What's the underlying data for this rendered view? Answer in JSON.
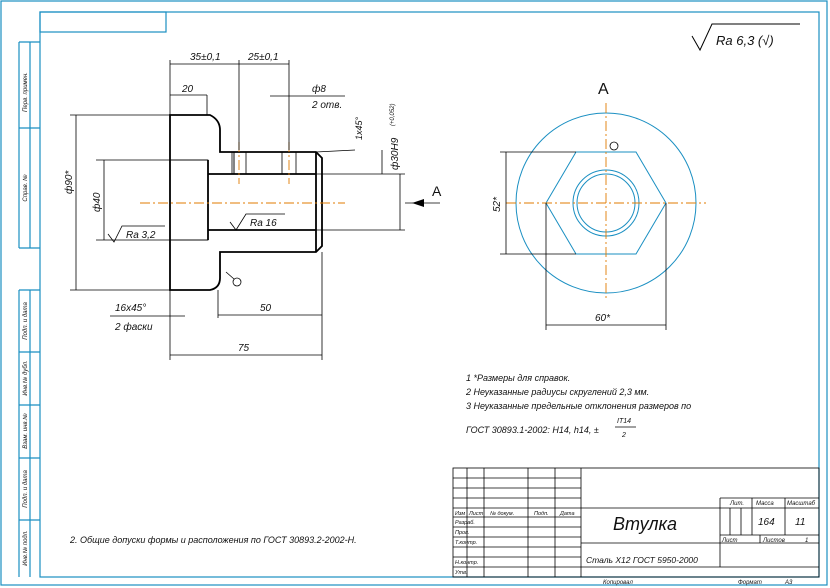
{
  "colors": {
    "contour": "#1a8fc2",
    "centerline": "#e07b00",
    "dimension": "#000000"
  },
  "roughness_general": "Ra 6,3 (√)",
  "view_label": "A",
  "arrow_label": "A",
  "dims_front": {
    "d35": "35±0,1",
    "d25": "25±0,1",
    "d20": "20",
    "d8": "ф8",
    "holes": "2 отв.",
    "chamfer_small": "1x45°",
    "d30": "ф30H9",
    "d30_tol": "(+0,052)",
    "d90": "ф90*",
    "d40": "ф40",
    "ra32": "Ra 3,2",
    "ra16": "Ra 16",
    "chamfer": "16x45°",
    "chamfer_note": "2 фаски",
    "d50": "50",
    "d75": "75"
  },
  "dims_view": {
    "d52": "52*",
    "d60": "60*"
  },
  "notes": [
    "1 *Размеры для справок.",
    "2 Неуказанные радиусы скруглений 2,3 мм.",
    "3 Неуказанные предельные отклонения размеров по",
    "ГОСТ 30893.1-2002: H14, h14, ± "
  ],
  "note_fraction": {
    "num": "IT14",
    "den": "2"
  },
  "tolerance_note": "2. Общие допуски формы и расположения по ГОСТ 30893.2-2002-H.",
  "side_strip": [
    "Перв. примен.",
    "Справ. №",
    "Подп. и дата",
    "Инв.№ дубл.",
    "Взам. инв.№",
    "Подп. и дата",
    "Инв.№ подл."
  ],
  "title_block": {
    "name": "Втулка",
    "material": "Сталь Х12 ГОСТ 5950-2000",
    "col_headers": [
      "Изм",
      "Лист",
      "№ докум.",
      "Подп.",
      "Дата"
    ],
    "roles": [
      "Разраб.",
      "Пров.",
      "Т.контр.",
      "",
      "Н.контр.",
      "Утв."
    ],
    "lit_label": "Лит.",
    "mass_label": "Масса",
    "scale_label": "Масштаб",
    "mass": "164",
    "scale": "11",
    "sheet_label": "Лист",
    "sheets_label": "Листов",
    "sheets": "1",
    "copied": "Копировал",
    "format_label": "Формат",
    "format": "А3"
  }
}
